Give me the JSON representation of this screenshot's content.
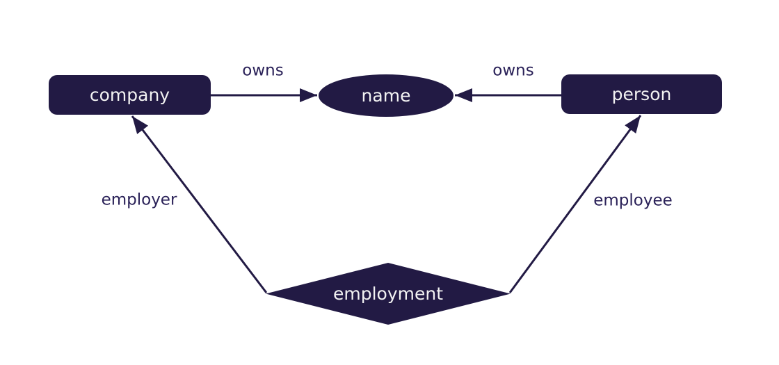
{
  "diagram": {
    "kind": "entity-relationship-diagram",
    "background": "#ffffff",
    "colors": {
      "node_fill": "#221a44",
      "node_text": "#f2f2f2",
      "edge_stroke": "#221a44",
      "edge_label_text": "#2a2158"
    },
    "entities": [
      {
        "id": "company",
        "label": "company",
        "shape": "rounded-rectangle"
      },
      {
        "id": "person",
        "label": "person",
        "shape": "rounded-rectangle"
      }
    ],
    "attributes": [
      {
        "id": "name",
        "label": "name",
        "shape": "ellipse"
      }
    ],
    "relationships": [
      {
        "id": "employment",
        "label": "employment",
        "shape": "diamond"
      }
    ],
    "edges": [
      {
        "from": "company",
        "to": "name",
        "label": "owns",
        "direction": "arrow-into-name"
      },
      {
        "from": "person",
        "to": "name",
        "label": "owns",
        "direction": "arrow-into-name"
      },
      {
        "from": "employment",
        "to": "company",
        "label": "employer",
        "direction": "arrow-into-company"
      },
      {
        "from": "employment",
        "to": "person",
        "label": "employee",
        "direction": "arrow-into-person"
      }
    ]
  }
}
